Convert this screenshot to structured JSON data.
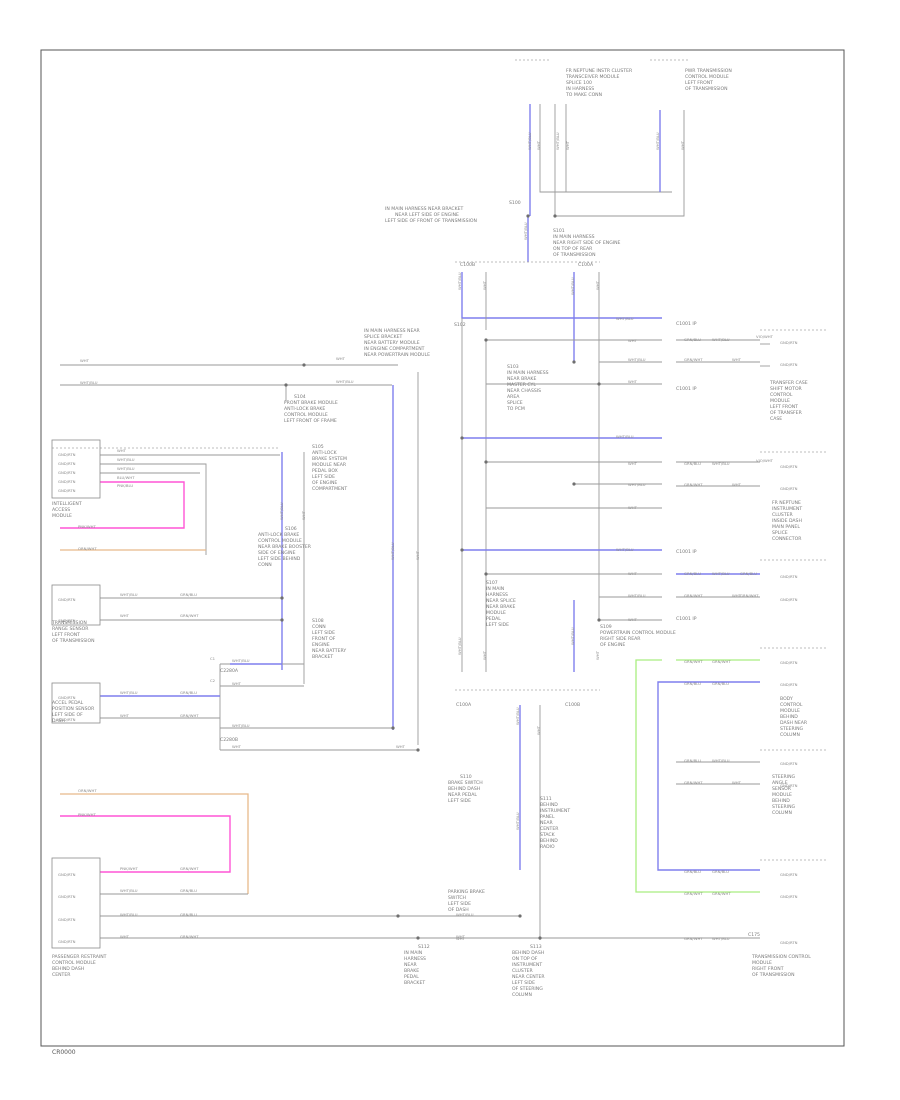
{
  "footer": {
    "code": "CR0000"
  },
  "texts": [
    [
      "t1",
      "FR NEPTUNE INSTR CLUSTER",
      566,
      72
    ],
    [
      "t2",
      "TRANSCEIVER MODULE",
      566,
      78
    ],
    [
      "t3",
      "SPLICE 100",
      566,
      84
    ],
    [
      "t4",
      "IN HARNESS",
      566,
      90
    ],
    [
      "t5",
      "TO MAKE CONN",
      566,
      96
    ],
    [
      "t6",
      "PWR TRANSMISSION",
      685,
      72
    ],
    [
      "t7",
      "CONTROL MODULE",
      685,
      78
    ],
    [
      "t8",
      "LEFT FRONT",
      685,
      84
    ],
    [
      "t9",
      "OF TRANSMISSION",
      685,
      90
    ],
    [
      "t10",
      "S100",
      509,
      204
    ],
    [
      "t11",
      "IN MAIN HARNESS NEAR BRACKET",
      385,
      210
    ],
    [
      "t12",
      "NEAR LEFT SIDE OF ENGINE",
      395,
      216
    ],
    [
      "t13",
      "LEFT SIDE OF FRONT OF TRANSMISSION",
      385,
      222
    ],
    [
      "t14",
      "S101",
      553,
      232
    ],
    [
      "t15",
      "IN MAIN HARNESS",
      553,
      238
    ],
    [
      "t16",
      "NEAR RIGHT SIDE OF ENGINE",
      553,
      244
    ],
    [
      "t17",
      "ON TOP OF REAR",
      553,
      250
    ],
    [
      "t18",
      "OF TRANSMISSION",
      553,
      256
    ],
    [
      "t19",
      "C100B",
      460,
      266
    ],
    [
      "t20",
      "C100A",
      578,
      266
    ],
    [
      "t21",
      "S102",
      454,
      326
    ],
    [
      "t22",
      "IN MAIN HARNESS NEAR",
      364,
      332
    ],
    [
      "t23",
      "SPLICE BRACKET",
      364,
      338
    ],
    [
      "t24",
      "NEAR BATTERY MODULE",
      364,
      344
    ],
    [
      "t25",
      "IN ENGINE COMPARTMENT",
      364,
      350
    ],
    [
      "t26",
      "NEAR POWERTRAIN MODULE",
      364,
      356
    ],
    [
      "t27",
      "S103",
      507,
      368
    ],
    [
      "t28",
      "IN MAIN HARNESS",
      507,
      374
    ],
    [
      "t29",
      "NEAR BRAKE",
      507,
      380
    ],
    [
      "t30",
      "MASTER CYL",
      507,
      386
    ],
    [
      "t31",
      "NEAR CHASSIS",
      507,
      392
    ],
    [
      "t32",
      "AREA",
      507,
      398
    ],
    [
      "t33",
      "SPLICE",
      507,
      404
    ],
    [
      "t34",
      "TO PCM",
      507,
      410
    ],
    [
      "t35",
      "C1001 IP",
      676,
      325
    ],
    [
      "t36",
      "C1001 IP",
      676,
      390
    ],
    [
      "t37",
      "S104",
      294,
      398
    ],
    [
      "t38",
      "FRONT BRAKE MODULE",
      284,
      404
    ],
    [
      "t39",
      "ANTI-LOCK BRAKE",
      284,
      410
    ],
    [
      "t40",
      "CONTROL MODULE",
      284,
      416
    ],
    [
      "t41",
      "LEFT FRONT OF FRAME",
      284,
      422
    ],
    [
      "t42",
      "TRANSFER CASE",
      770,
      384
    ],
    [
      "t43",
      "SHIFT MOTOR",
      770,
      390
    ],
    [
      "t44",
      "CONTROL",
      770,
      396
    ],
    [
      "t45",
      "MODULE",
      770,
      402
    ],
    [
      "t46",
      "LEFT FRONT",
      770,
      408
    ],
    [
      "t47",
      "OF TRANSFER",
      770,
      414
    ],
    [
      "t48",
      "CASE",
      770,
      420
    ],
    [
      "t49",
      "S105",
      312,
      448
    ],
    [
      "t50",
      "ANTI-LOCK",
      312,
      454
    ],
    [
      "t51",
      "BRAKE SYSTEM",
      312,
      460
    ],
    [
      "t52",
      "MODULE NEAR",
      312,
      466
    ],
    [
      "t53",
      "PEDAL BOX",
      312,
      472
    ],
    [
      "t54",
      "LEFT SIDE",
      312,
      478
    ],
    [
      "t55",
      "OF ENGINE",
      312,
      484
    ],
    [
      "t56",
      "COMPARTMENT",
      312,
      490
    ],
    [
      "t57",
      "FR NEPTUNE",
      772,
      504
    ],
    [
      "t58",
      "INSTRUMENT",
      772,
      510
    ],
    [
      "t59",
      "CLUSTER",
      772,
      516
    ],
    [
      "t60",
      "INSIDE DASH",
      772,
      522
    ],
    [
      "t61",
      "MAIN PANEL",
      772,
      528
    ],
    [
      "t62",
      "SPLICE",
      772,
      534
    ],
    [
      "t63",
      "CONNECTOR",
      772,
      540
    ],
    [
      "t64",
      "INTELLIGENT",
      52,
      505
    ],
    [
      "t65",
      "ACCESS",
      52,
      511
    ],
    [
      "t66",
      "MODULE",
      52,
      517
    ],
    [
      "t67",
      "S106",
      285,
      530
    ],
    [
      "t68",
      "ANTI-LOCK BRAKE",
      258,
      536
    ],
    [
      "t69",
      "CONTROL MODULE",
      258,
      542
    ],
    [
      "t70",
      "NEAR BRAKE BOOSTER",
      258,
      548
    ],
    [
      "t71",
      "SIDE OF ENGINE",
      258,
      554
    ],
    [
      "t72",
      "LEFT SIDE BEHIND",
      258,
      560
    ],
    [
      "t73",
      "CONN",
      258,
      566
    ],
    [
      "t74",
      "C1001 IP",
      676,
      553
    ],
    [
      "t75",
      "C1001 IP",
      676,
      620
    ],
    [
      "t76",
      "S107",
      486,
      584
    ],
    [
      "t77",
      "IN MAIN",
      486,
      590
    ],
    [
      "t78",
      "HARNESS",
      486,
      596
    ],
    [
      "t79",
      "NEAR SPLICE",
      486,
      602
    ],
    [
      "t80",
      "NEAR BRAKE",
      486,
      608
    ],
    [
      "t81",
      "MODULE",
      486,
      614
    ],
    [
      "t82",
      "PEDAL",
      486,
      620
    ],
    [
      "t83",
      "LEFT SIDE",
      486,
      626
    ],
    [
      "t84",
      "TRANSMISSION",
      52,
      624
    ],
    [
      "t85",
      "RANGE SENSOR",
      52,
      630
    ],
    [
      "t86",
      "LEFT FRONT",
      52,
      636
    ],
    [
      "t87",
      "OF TRANSMISSION",
      52,
      642
    ],
    [
      "t88",
      "S108",
      312,
      622
    ],
    [
      "t89",
      "CONN",
      312,
      628
    ],
    [
      "t90",
      "LEFT SIDE",
      312,
      634
    ],
    [
      "t91",
      "FRONT OF",
      312,
      640
    ],
    [
      "t92",
      "ENGINE",
      312,
      646
    ],
    [
      "t93",
      "NEAR BATTERY",
      312,
      652
    ],
    [
      "t94",
      "BRACKET",
      312,
      658
    ],
    [
      "t95",
      "S109",
      600,
      628
    ],
    [
      "t96",
      "POWERTRAIN CONTROL MODULE",
      600,
      634
    ],
    [
      "t97",
      "RIGHT SIDE REAR",
      600,
      640
    ],
    [
      "t98",
      "OF ENGINE",
      600,
      646
    ],
    [
      "t99",
      "BODY",
      780,
      700
    ],
    [
      "t100",
      "CONTROL",
      780,
      706
    ],
    [
      "t101",
      "MODULE",
      780,
      712
    ],
    [
      "t102",
      "BEHIND",
      780,
      718
    ],
    [
      "t103",
      "DASH NEAR",
      780,
      724
    ],
    [
      "t104",
      "STEERING",
      780,
      730
    ],
    [
      "t105",
      "COLUMN",
      780,
      736
    ],
    [
      "t106",
      "ACCEL PEDAL",
      52,
      704
    ],
    [
      "t107",
      "POSITION SENSOR",
      52,
      710
    ],
    [
      "t108",
      "LEFT SIDE OF",
      52,
      716
    ],
    [
      "t109",
      "DASH",
      52,
      722
    ],
    [
      "t110",
      "C2280A",
      220,
      672
    ],
    [
      "t111",
      "C2280B",
      220,
      741
    ],
    [
      "t112",
      "S110",
      460,
      778
    ],
    [
      "t113",
      "BRAKE SWITCH",
      448,
      784
    ],
    [
      "t114",
      "BEHIND DASH",
      448,
      790
    ],
    [
      "t115",
      "NEAR PEDAL",
      448,
      796
    ],
    [
      "t116",
      "LEFT SIDE",
      448,
      802
    ],
    [
      "t117",
      "S111",
      540,
      800
    ],
    [
      "t118",
      "BEHIND",
      540,
      806
    ],
    [
      "t119",
      "INSTRUMENT",
      540,
      812
    ],
    [
      "t120",
      "PANEL",
      540,
      818
    ],
    [
      "t121",
      "NEAR",
      540,
      824
    ],
    [
      "t122",
      "CENTER",
      540,
      830
    ],
    [
      "t123",
      "STACK",
      540,
      836
    ],
    [
      "t124",
      "BEHIND",
      540,
      842
    ],
    [
      "t125",
      "RADIO",
      540,
      848
    ],
    [
      "t126",
      "STEERING",
      772,
      778
    ],
    [
      "t127",
      "ANGLE",
      772,
      784
    ],
    [
      "t128",
      "SENSOR",
      772,
      790
    ],
    [
      "t129",
      "MODULE",
      772,
      796
    ],
    [
      "t130",
      "BEHIND",
      772,
      802
    ],
    [
      "t131",
      "STEERING",
      772,
      808
    ],
    [
      "t132",
      "COLUMN",
      772,
      814
    ],
    [
      "t133",
      "C100A",
      456,
      706
    ],
    [
      "t134",
      "C100B",
      565,
      706
    ],
    [
      "t135",
      "PARKING BRAKE",
      448,
      893
    ],
    [
      "t136",
      "SWITCH",
      448,
      899
    ],
    [
      "t137",
      "LEFT SIDE",
      448,
      905
    ],
    [
      "t138",
      "OF DASH",
      448,
      911
    ],
    [
      "t139",
      "S112",
      418,
      948
    ],
    [
      "t140",
      "IN MAIN",
      404,
      954
    ],
    [
      "t141",
      "HARNESS",
      404,
      960
    ],
    [
      "t142",
      "NEAR",
      404,
      966
    ],
    [
      "t143",
      "BRAKE",
      404,
      972
    ],
    [
      "t144",
      "PEDAL",
      404,
      978
    ],
    [
      "t145",
      "BRACKET",
      404,
      984
    ],
    [
      "t146",
      "S113",
      530,
      948
    ],
    [
      "t147",
      "BEHIND DASH",
      512,
      954
    ],
    [
      "t148",
      "ON TOP OF",
      512,
      960
    ],
    [
      "t149",
      "INSTRUMENT",
      512,
      966
    ],
    [
      "t150",
      "CLUSTER",
      512,
      972
    ],
    [
      "t151",
      "NEAR CENTER",
      512,
      978
    ],
    [
      "t152",
      "LEFT SIDE",
      512,
      984
    ],
    [
      "t153",
      "OF STEERING",
      512,
      990
    ],
    [
      "t154",
      "COLUMN",
      512,
      996
    ],
    [
      "t155",
      "PASSENGER RESTRAINT",
      52,
      958
    ],
    [
      "t156",
      "CONTROL MODULE",
      52,
      964
    ],
    [
      "t157",
      "BEHIND DASH",
      52,
      970
    ],
    [
      "t158",
      "CENTER",
      52,
      976
    ],
    [
      "t159",
      "TRANSMISSION CONTROL",
      752,
      958
    ],
    [
      "t160",
      "MODULE",
      752,
      964
    ],
    [
      "t161",
      "RIGHT FRONT",
      752,
      970
    ],
    [
      "t162",
      "OF TRANSMISSION",
      752,
      976
    ],
    [
      "t163",
      "C175",
      748,
      936
    ]
  ],
  "wire_labels": [
    [
      "w1",
      "WHT",
      80,
      362
    ],
    [
      "w2",
      "WHT/BLU",
      80,
      384
    ],
    [
      "w3",
      "WHT",
      336,
      360
    ],
    [
      "w4",
      "WHT/BLU",
      336,
      383
    ],
    [
      "w5",
      "WHT",
      117,
      452
    ],
    [
      "w6",
      "WHT/BLU",
      117,
      461
    ],
    [
      "w7",
      "WHT/BLU",
      117,
      470
    ],
    [
      "w8",
      "BLU/WHT",
      117,
      479
    ],
    [
      "w9",
      "PNK/BLU",
      117,
      487
    ],
    [
      "w10",
      "PNK/WHT",
      78,
      528
    ],
    [
      "w11",
      "ORN/WHT",
      78,
      550
    ],
    [
      "w12",
      "WHT/BLU",
      120,
      596
    ],
    [
      "w13",
      "WHT",
      120,
      617
    ],
    [
      "w14",
      "GRN/BLU",
      180,
      596
    ],
    [
      "w15",
      "GRN/WHT",
      180,
      617
    ],
    [
      "w16",
      "WHT/BLU",
      120,
      694
    ],
    [
      "w17",
      "WHT",
      120,
      717
    ],
    [
      "w18",
      "GRN/BLU",
      180,
      694
    ],
    [
      "w19",
      "GRN/WHT",
      180,
      717
    ],
    [
      "w20",
      "WHT/BLU",
      232,
      662
    ],
    [
      "w21",
      "WHT",
      232,
      685
    ],
    [
      "w22",
      "WHT/BLU",
      232,
      727
    ],
    [
      "w23",
      "WHT",
      232,
      748
    ],
    [
      "w24",
      "ORN/WHT",
      78,
      792
    ],
    [
      "w25",
      "PNK/WHT",
      78,
      816
    ],
    [
      "w26",
      "PNK/WHT",
      120,
      870
    ],
    [
      "w27",
      "WHT/BLU",
      120,
      892
    ],
    [
      "w28",
      "WHT/BLU",
      120,
      916
    ],
    [
      "w29",
      "WHT",
      120,
      938
    ],
    [
      "w30",
      "GRN/WHT",
      180,
      870
    ],
    [
      "w31",
      "GRN/BLU",
      180,
      892
    ],
    [
      "w32",
      "GRN/BLU",
      180,
      916
    ],
    [
      "w33",
      "GRN/WHT",
      180,
      938
    ],
    [
      "w34",
      "WHT/BLU",
      456,
      916
    ],
    [
      "w35",
      "WHT",
      456,
      938
    ],
    [
      "w36",
      "WHT/BLU",
      616,
      320
    ],
    [
      "w37",
      "WHT",
      628,
      342
    ],
    [
      "w38",
      "WHT/BLU",
      628,
      361
    ],
    [
      "w39",
      "WHT",
      628,
      383
    ],
    [
      "w40",
      "GRN/BLU",
      684,
      341
    ],
    [
      "w41",
      "GRN/WHT",
      684,
      361
    ],
    [
      "w42",
      "WHT/BLU",
      712,
      341
    ],
    [
      "w43",
      "WHT",
      732,
      361
    ],
    [
      "w44",
      "WHT/BLU",
      616,
      438
    ],
    [
      "w45",
      "WHT",
      628,
      465
    ],
    [
      "w46",
      "WHT/BLU",
      628,
      486
    ],
    [
      "w47",
      "WHT",
      628,
      509
    ],
    [
      "w48",
      "GRN/BLU",
      684,
      465
    ],
    [
      "w49",
      "GRN/WHT",
      684,
      486
    ],
    [
      "w50",
      "WHT/BLU",
      712,
      465
    ],
    [
      "w51",
      "WHT",
      732,
      486
    ],
    [
      "w52",
      "WHT/BLU",
      616,
      551
    ],
    [
      "w53",
      "WHT",
      628,
      575
    ],
    [
      "w54",
      "WHT/BLU",
      628,
      597
    ],
    [
      "w55",
      "WHT",
      628,
      621
    ],
    [
      "w56",
      "GRN/BLU",
      684,
      575
    ],
    [
      "w57",
      "GRN/WHT",
      684,
      597
    ],
    [
      "w58",
      "WHT/BLU",
      712,
      575
    ],
    [
      "w59",
      "WHT",
      732,
      597
    ],
    [
      "w60",
      "GRN/WHT",
      684,
      663
    ],
    [
      "w61",
      "GRN/BLU",
      684,
      685
    ],
    [
      "w62",
      "GRN/WHT",
      712,
      663
    ],
    [
      "w63",
      "GRN/BLU",
      712,
      685
    ],
    [
      "w64",
      "GRN/BLU",
      684,
      762
    ],
    [
      "w65",
      "GRN/WHT",
      684,
      784
    ],
    [
      "w66",
      "WHT/BLU",
      712,
      762
    ],
    [
      "w67",
      "WHT",
      732,
      784
    ],
    [
      "w68",
      "GRN/BLU",
      684,
      873
    ],
    [
      "w69",
      "GRN/WHT",
      684,
      895
    ],
    [
      "w70",
      "GRN/BLU",
      712,
      873
    ],
    [
      "w71",
      "GRN/WHT",
      712,
      895
    ],
    [
      "w72",
      "GRN/WHT",
      684,
      940
    ],
    [
      "w73",
      "WHT/BLU",
      712,
      940
    ],
    [
      "w74",
      "GRN/BLU",
      740,
      575
    ],
    [
      "w75",
      "GRN/WHT",
      740,
      597
    ],
    [
      "w76",
      "WHT",
      396,
      748
    ],
    [
      "w77",
      "WHT",
      456,
      940
    ],
    [
      "w78",
      "VIO/WHT",
      756,
      338
    ],
    [
      "w79",
      "VIO/WHT",
      756,
      462
    ]
  ],
  "pin_labels": [
    [
      "p1",
      "GND/RTN",
      58,
      456
    ],
    [
      "p2",
      "GND/RTN",
      58,
      465
    ],
    [
      "p3",
      "GND/RTN",
      58,
      474
    ],
    [
      "p4",
      "GND/RTN",
      58,
      483
    ],
    [
      "p5",
      "GND/RTN",
      58,
      492
    ],
    [
      "p6",
      "GND/RTN",
      58,
      601
    ],
    [
      "p7",
      "GND/RTN",
      58,
      622
    ],
    [
      "p8",
      "GND/RTN",
      58,
      699
    ],
    [
      "p9",
      "GND/RTN",
      58,
      721
    ],
    [
      "p10",
      "GND/RTN",
      58,
      876
    ],
    [
      "p11",
      "GND/RTN",
      58,
      898
    ],
    [
      "p12",
      "GND/RTN",
      58,
      921
    ],
    [
      "p13",
      "GND/RTN",
      58,
      943
    ],
    [
      "p14",
      "GND/RTN",
      780,
      344
    ],
    [
      "p15",
      "GND/RTN",
      780,
      366
    ],
    [
      "p16",
      "GND/RTN",
      780,
      468
    ],
    [
      "p17",
      "GND/RTN",
      780,
      490
    ],
    [
      "p18",
      "GND/RTN",
      780,
      578
    ],
    [
      "p19",
      "GND/RTN",
      780,
      601
    ],
    [
      "p20",
      "GND/RTN",
      780,
      664
    ],
    [
      "p21",
      "GND/RTN",
      780,
      686
    ],
    [
      "p22",
      "GND/RTN",
      780,
      765
    ],
    [
      "p23",
      "GND/RTN",
      780,
      787
    ],
    [
      "p24",
      "GND/RTN",
      780,
      876
    ],
    [
      "p25",
      "GND/RTN",
      780,
      898
    ],
    [
      "p26",
      "GND/RTN",
      780,
      944
    ],
    [
      "p27",
      "C1",
      210,
      660
    ],
    [
      "p28",
      "C2",
      210,
      682
    ]
  ],
  "vertical_labels": [
    [
      "v1",
      "WHT/BLU",
      531,
      150
    ],
    [
      "v2",
      "WHT",
      540,
      150
    ],
    [
      "v3",
      "WHT/BLU",
      559,
      150
    ],
    [
      "v4",
      "WHT",
      569,
      150
    ],
    [
      "v5",
      "WHT/BLU",
      659,
      150
    ],
    [
      "v6",
      "WHT",
      684,
      150
    ],
    [
      "v7",
      "WHT/BLU",
      527,
      240
    ],
    [
      "v8",
      "WHT/BLU",
      461,
      290
    ],
    [
      "v9",
      "WHT",
      486,
      290
    ],
    [
      "v10",
      "WHT/BLU",
      574,
      295
    ],
    [
      "v11",
      "WHT",
      599,
      290
    ],
    [
      "v12",
      "WHT/BLU",
      283,
      520
    ],
    [
      "v13",
      "WHT",
      305,
      520
    ],
    [
      "v14",
      "WHT/BLU",
      394,
      560
    ],
    [
      "v15",
      "WHT",
      419,
      560
    ],
    [
      "v16",
      "WHT/BLU",
      461,
      655
    ],
    [
      "v17",
      "WHT",
      486,
      660
    ],
    [
      "v18",
      "WHT/BLU",
      574,
      645
    ],
    [
      "v19",
      "WHT",
      599,
      660
    ],
    [
      "v20",
      "WHT/BLU",
      519,
      725
    ],
    [
      "v21",
      "WHT",
      540,
      735
    ],
    [
      "v22",
      "WHT/BLU",
      519,
      830
    ]
  ]
}
